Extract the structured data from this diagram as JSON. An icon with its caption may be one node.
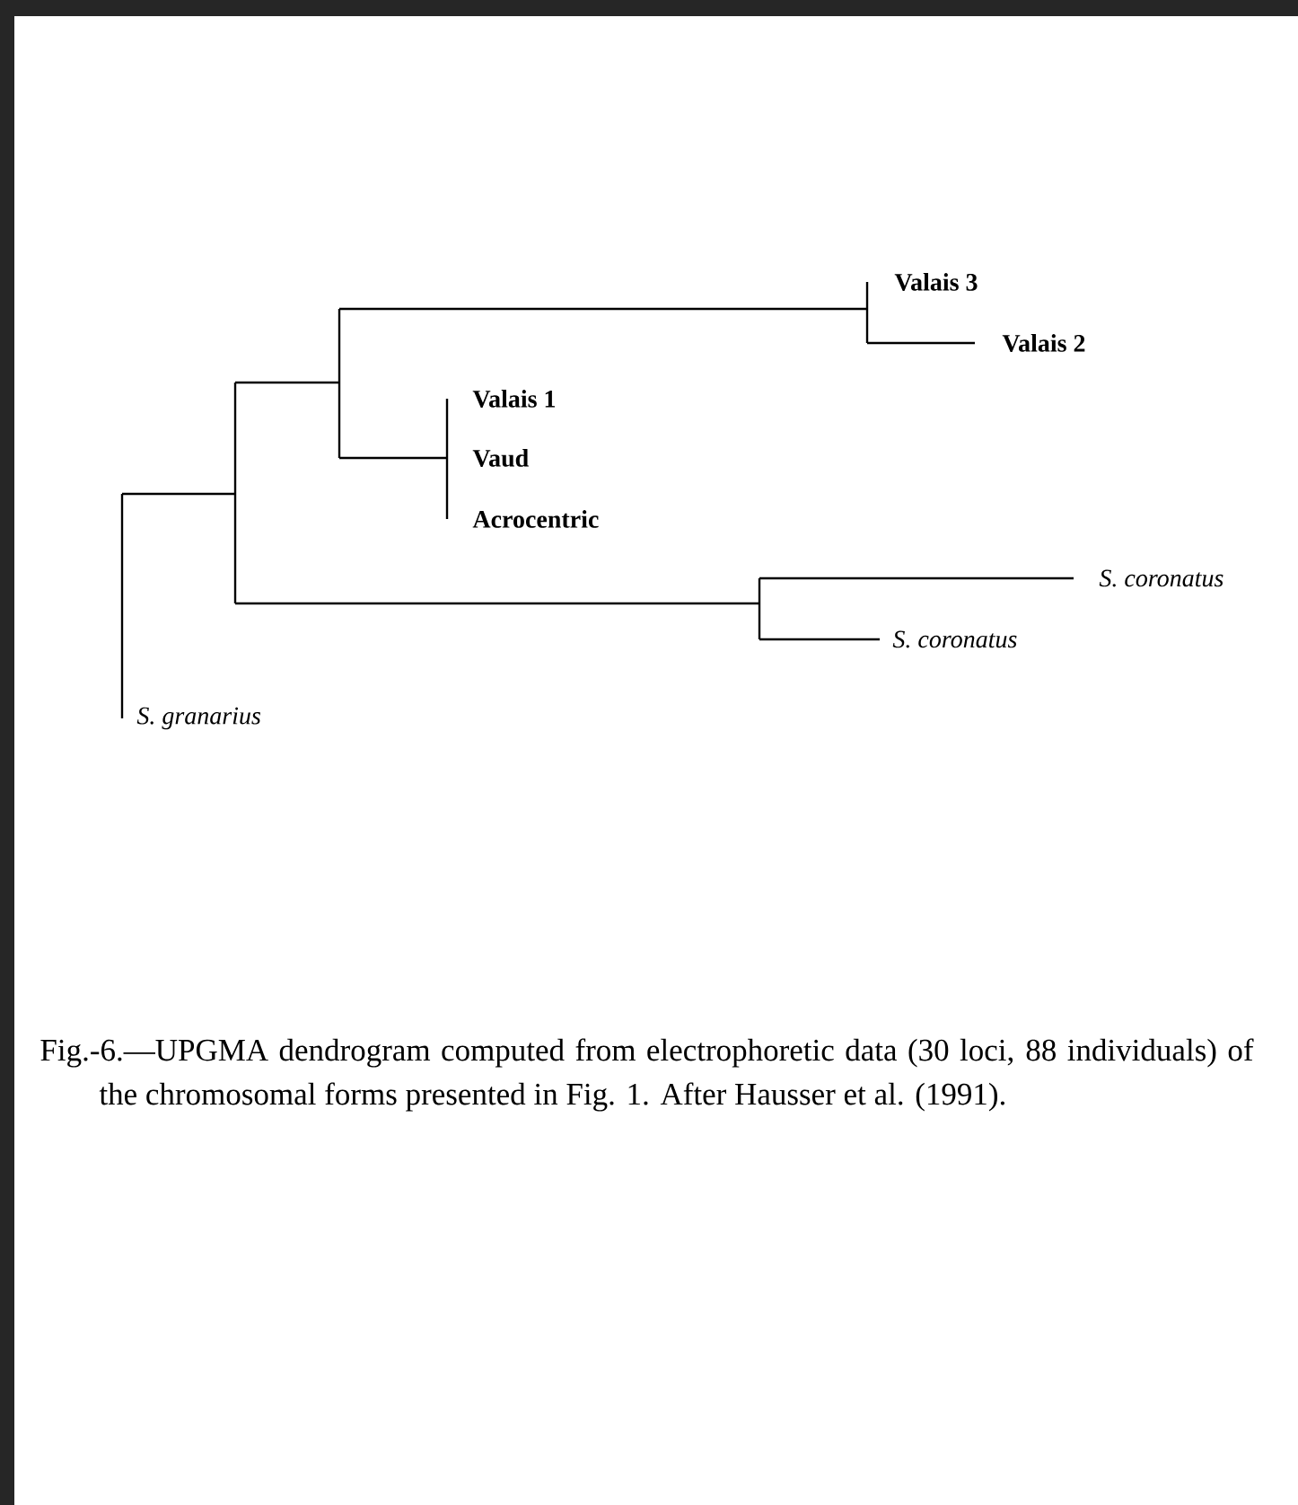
{
  "diagram": {
    "caption": "Fig.-6.—UPGMA dendrogram computed from electrophoretic data (30 loci, 88 individuals) of the chromosomal forms presented in Fig. 1. After Hausser et al. (1991).",
    "labels": [
      "Valais 3",
      "Valais 2",
      "Valais 1",
      "Vaud",
      "Acrocentric",
      "S. coronatus",
      "S. coronatus",
      "S. granarius"
    ]
  }
}
